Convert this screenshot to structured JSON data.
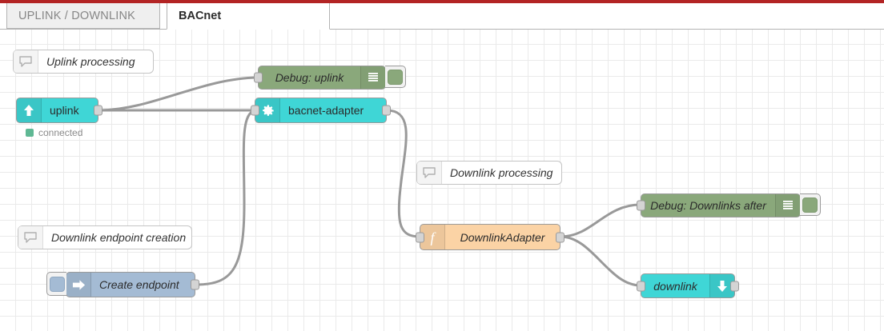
{
  "window": {
    "accent_color": "#b32424"
  },
  "tabs": [
    {
      "label": "UPLINK / DOWNLINK",
      "active": false,
      "name": "tab-uplink-downlink"
    },
    {
      "label": "BACnet",
      "active": true,
      "name": "tab-bacnet"
    }
  ],
  "canvas": {
    "grid_size": 20,
    "grid_color": "#eaeaea",
    "background": "#ffffff",
    "wire_color": "#999999"
  },
  "nodes": {
    "comment_uplink": {
      "label": "Uplink processing",
      "type": "comment",
      "icon": "comment-icon"
    },
    "comment_downlink": {
      "label": "Downlink processing",
      "type": "comment",
      "icon": "comment-icon"
    },
    "comment_endpoint": {
      "label": "Downlink endpoint creation",
      "type": "comment",
      "icon": "comment-icon"
    },
    "uplink": {
      "label": "uplink",
      "type": "mqtt-in",
      "icon": "arrow-up-icon",
      "color": "#3fd6d6",
      "status": "connected",
      "status_color": "#5fb894"
    },
    "debug_uplink": {
      "label": "Debug: uplink",
      "type": "debug",
      "icon": "debug-lines-icon",
      "color": "#8aa87b",
      "enabled": true
    },
    "bacnet_adapter": {
      "label": "bacnet-adapter",
      "type": "config",
      "icon": "gear-icon",
      "color": "#3fd6d6"
    },
    "create_endpoint": {
      "label": "Create endpoint",
      "type": "inject",
      "icon": "inject-arrow-icon",
      "color": "#a4bbd4"
    },
    "downlink_adapter": {
      "label": "DownlinkAdapter",
      "type": "function",
      "icon": "function-f-icon",
      "color": "#fbd3a5"
    },
    "debug_downlinks": {
      "label": "Debug: Downlinks after",
      "type": "debug",
      "icon": "debug-lines-icon",
      "color": "#8aa87b",
      "enabled": true
    },
    "downlink": {
      "label": "downlink",
      "type": "mqtt-out",
      "icon": "arrow-down-icon",
      "color": "#3fd6d6"
    }
  }
}
